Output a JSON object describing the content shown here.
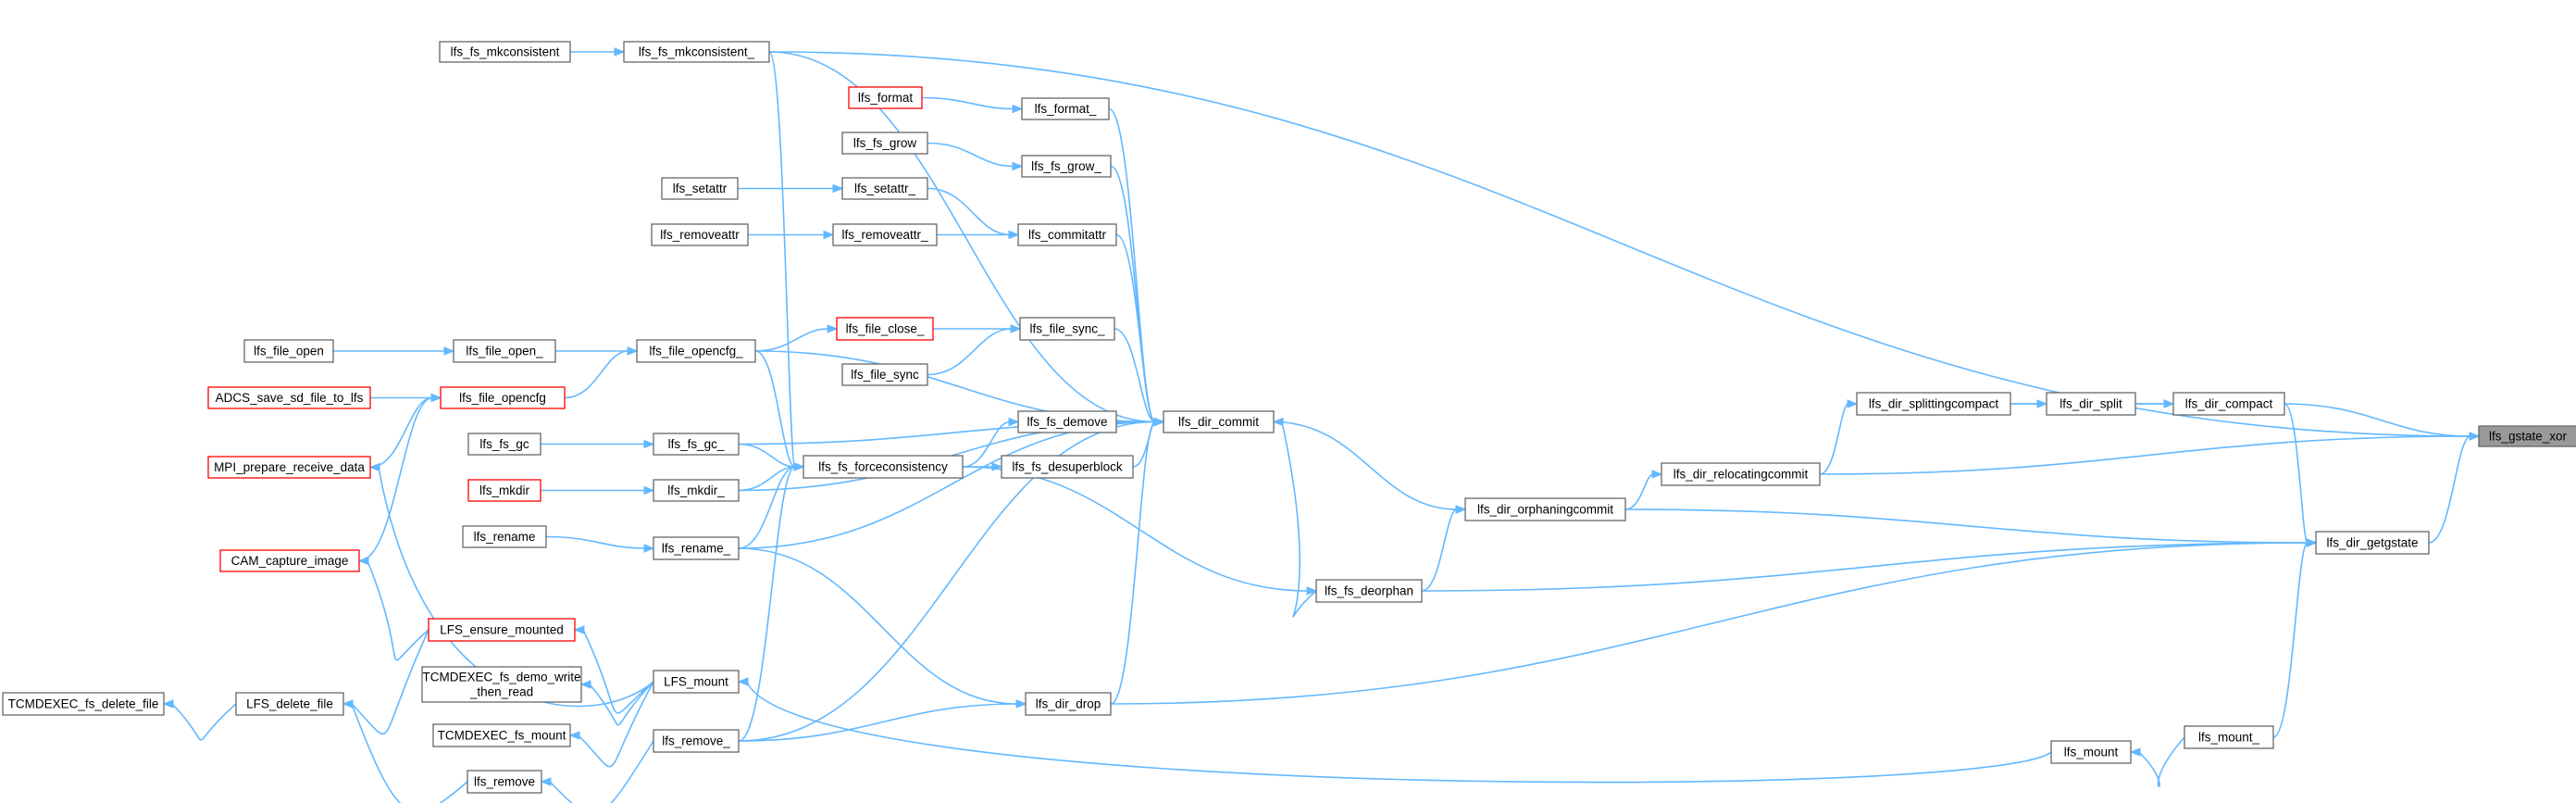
{
  "graph": {
    "nodes": [
      {
        "id": "lfs_gstate_xor",
        "label": "lfs_gstate_xor",
        "style": "focus"
      },
      {
        "id": "lfs_fs_mkconsistent",
        "label": "lfs_fs_mkconsistent",
        "style": "normal"
      },
      {
        "id": "lfs_fs_mkconsistent_",
        "label": "lfs_fs_mkconsistent_",
        "style": "normal"
      },
      {
        "id": "lfs_format",
        "label": "lfs_format",
        "style": "red"
      },
      {
        "id": "lfs_format_",
        "label": "lfs_format_",
        "style": "normal"
      },
      {
        "id": "lfs_fs_grow",
        "label": "lfs_fs_grow",
        "style": "normal"
      },
      {
        "id": "lfs_fs_grow_",
        "label": "lfs_fs_grow_",
        "style": "normal"
      },
      {
        "id": "lfs_setattr",
        "label": "lfs_setattr",
        "style": "normal"
      },
      {
        "id": "lfs_setattr_",
        "label": "lfs_setattr_",
        "style": "normal"
      },
      {
        "id": "lfs_removeattr",
        "label": "lfs_removeattr",
        "style": "normal"
      },
      {
        "id": "lfs_removeattr_",
        "label": "lfs_removeattr_",
        "style": "normal"
      },
      {
        "id": "lfs_commitattr",
        "label": "lfs_commitattr",
        "style": "normal"
      },
      {
        "id": "lfs_file_open",
        "label": "lfs_file_open",
        "style": "normal"
      },
      {
        "id": "lfs_file_open_",
        "label": "lfs_file_open_",
        "style": "normal"
      },
      {
        "id": "lfs_file_opencfg_",
        "label": "lfs_file_opencfg_",
        "style": "normal"
      },
      {
        "id": "lfs_file_close_",
        "label": "lfs_file_close_",
        "style": "red"
      },
      {
        "id": "lfs_file_sync_",
        "label": "lfs_file_sync_",
        "style": "normal"
      },
      {
        "id": "lfs_file_sync",
        "label": "lfs_file_sync",
        "style": "normal"
      },
      {
        "id": "ADCS_save_sd_file_to_lfs",
        "label": "ADCS_save_sd_file_to_lfs",
        "style": "red"
      },
      {
        "id": "lfs_file_opencfg",
        "label": "lfs_file_opencfg",
        "style": "red"
      },
      {
        "id": "lfs_fs_gc",
        "label": "lfs_fs_gc",
        "style": "normal"
      },
      {
        "id": "lfs_fs_gc_",
        "label": "lfs_fs_gc_",
        "style": "normal"
      },
      {
        "id": "lfs_fs_demove",
        "label": "lfs_fs_demove",
        "style": "normal"
      },
      {
        "id": "lfs_dir_commit",
        "label": "lfs_dir_commit",
        "style": "normal"
      },
      {
        "id": "MPI_prepare_receive_data",
        "label": "MPI_prepare_receive_data",
        "style": "red"
      },
      {
        "id": "lfs_fs_forceconsistency",
        "label": "lfs_fs_forceconsistency",
        "style": "normal"
      },
      {
        "id": "lfs_fs_desuperblock",
        "label": "lfs_fs_desuperblock",
        "style": "normal"
      },
      {
        "id": "lfs_mkdir",
        "label": "lfs_mkdir",
        "style": "red"
      },
      {
        "id": "lfs_mkdir_",
        "label": "lfs_mkdir_",
        "style": "normal"
      },
      {
        "id": "lfs_rename",
        "label": "lfs_rename",
        "style": "normal"
      },
      {
        "id": "lfs_rename_",
        "label": "lfs_rename_",
        "style": "normal"
      },
      {
        "id": "lfs_dir_orphaningcommit",
        "label": "lfs_dir_orphaningcommit",
        "style": "normal"
      },
      {
        "id": "lfs_dir_relocatingcommit",
        "label": "lfs_dir_relocatingcommit",
        "style": "normal"
      },
      {
        "id": "lfs_dir_splittingcompact",
        "label": "lfs_dir_splittingcompact",
        "style": "normal"
      },
      {
        "id": "lfs_dir_split",
        "label": "lfs_dir_split",
        "style": "normal"
      },
      {
        "id": "lfs_dir_compact",
        "label": "lfs_dir_compact",
        "style": "normal"
      },
      {
        "id": "CAM_capture_image",
        "label": "CAM_capture_image",
        "style": "red"
      },
      {
        "id": "lfs_fs_deorphan",
        "label": "lfs_fs_deorphan",
        "style": "normal"
      },
      {
        "id": "lfs_dir_getgstate",
        "label": "lfs_dir_getgstate",
        "style": "normal"
      },
      {
        "id": "LFS_ensure_mounted",
        "label": "LFS_ensure_mounted",
        "style": "red"
      },
      {
        "id": "LFS_mount",
        "label": "LFS_mount",
        "style": "normal"
      },
      {
        "id": "TCMDEXEC_fs_demo_write_then_read",
        "label": "TCMDEXEC_fs_demo_write\n_then_read",
        "style": "normal"
      },
      {
        "id": "TCMDEXEC_fs_delete_file",
        "label": "TCMDEXEC_fs_delete_file",
        "style": "normal"
      },
      {
        "id": "LFS_delete_file",
        "label": "LFS_delete_file",
        "style": "normal"
      },
      {
        "id": "lfs_dir_drop",
        "label": "lfs_dir_drop",
        "style": "normal"
      },
      {
        "id": "TCMDEXEC_fs_mount",
        "label": "TCMDEXEC_fs_mount",
        "style": "normal"
      },
      {
        "id": "lfs_remove_",
        "label": "lfs_remove_",
        "style": "normal"
      },
      {
        "id": "lfs_remove",
        "label": "lfs_remove",
        "style": "normal"
      },
      {
        "id": "lfs_mount",
        "label": "lfs_mount",
        "style": "normal"
      },
      {
        "id": "lfs_mount_",
        "label": "lfs_mount_",
        "style": "normal"
      }
    ],
    "edges": [
      {
        "from": "lfs_fs_mkconsistent_",
        "to": "lfs_gstate_xor"
      },
      {
        "from": "lfs_dir_compact",
        "to": "lfs_gstate_xor"
      },
      {
        "from": "lfs_dir_relocatingcommit",
        "to": "lfs_gstate_xor"
      },
      {
        "from": "lfs_dir_getgstate",
        "to": "lfs_gstate_xor"
      },
      {
        "from": "lfs_fs_mkconsistent",
        "to": "lfs_fs_mkconsistent_"
      },
      {
        "from": "lfs_fs_mkconsistent_",
        "to": "lfs_dir_commit"
      },
      {
        "from": "lfs_fs_mkconsistent_",
        "to": "lfs_fs_forceconsistency"
      },
      {
        "from": "lfs_format",
        "to": "lfs_format_"
      },
      {
        "from": "lfs_format_",
        "to": "lfs_dir_commit"
      },
      {
        "from": "lfs_fs_grow",
        "to": "lfs_fs_grow_"
      },
      {
        "from": "lfs_fs_grow_",
        "to": "lfs_dir_commit"
      },
      {
        "from": "lfs_setattr",
        "to": "lfs_setattr_"
      },
      {
        "from": "lfs_setattr_",
        "to": "lfs_commitattr"
      },
      {
        "from": "lfs_removeattr",
        "to": "lfs_removeattr_"
      },
      {
        "from": "lfs_removeattr_",
        "to": "lfs_commitattr"
      },
      {
        "from": "lfs_commitattr",
        "to": "lfs_dir_commit"
      },
      {
        "from": "lfs_file_open",
        "to": "lfs_file_open_"
      },
      {
        "from": "lfs_file_open_",
        "to": "lfs_file_opencfg_"
      },
      {
        "from": "lfs_file_opencfg",
        "to": "lfs_file_opencfg_"
      },
      {
        "from": "lfs_file_opencfg_",
        "to": "lfs_file_close_"
      },
      {
        "from": "lfs_file_opencfg_",
        "to": "lfs_dir_commit"
      },
      {
        "from": "lfs_file_opencfg_",
        "to": "lfs_fs_forceconsistency"
      },
      {
        "from": "lfs_file_close_",
        "to": "lfs_file_sync_"
      },
      {
        "from": "lfs_file_sync",
        "to": "lfs_file_sync_"
      },
      {
        "from": "lfs_file_sync_",
        "to": "lfs_dir_commit"
      },
      {
        "from": "ADCS_save_sd_file_to_lfs",
        "to": "lfs_file_opencfg"
      },
      {
        "from": "MPI_prepare_receive_data",
        "to": "lfs_file_opencfg"
      },
      {
        "from": "CAM_capture_image",
        "to": "lfs_file_opencfg"
      },
      {
        "from": "lfs_fs_gc",
        "to": "lfs_fs_gc_"
      },
      {
        "from": "lfs_fs_gc_",
        "to": "lfs_fs_forceconsistency"
      },
      {
        "from": "lfs_fs_gc_",
        "to": "lfs_dir_commit"
      },
      {
        "from": "lfs_mkdir",
        "to": "lfs_mkdir_"
      },
      {
        "from": "lfs_mkdir_",
        "to": "lfs_fs_forceconsistency"
      },
      {
        "from": "lfs_mkdir_",
        "to": "lfs_dir_commit"
      },
      {
        "from": "lfs_rename",
        "to": "lfs_rename_"
      },
      {
        "from": "lfs_rename_",
        "to": "lfs_fs_forceconsistency"
      },
      {
        "from": "lfs_rename_",
        "to": "lfs_dir_commit"
      },
      {
        "from": "lfs_rename_",
        "to": "lfs_dir_drop"
      },
      {
        "from": "lfs_fs_forceconsistency",
        "to": "lfs_fs_demove"
      },
      {
        "from": "lfs_fs_forceconsistency",
        "to": "lfs_fs_desuperblock"
      },
      {
        "from": "lfs_fs_forceconsistency",
        "to": "lfs_fs_deorphan"
      },
      {
        "from": "lfs_fs_demove",
        "to": "lfs_dir_commit"
      },
      {
        "from": "lfs_fs_desuperblock",
        "to": "lfs_dir_commit"
      },
      {
        "from": "lfs_dir_commit",
        "to": "lfs_dir_orphaningcommit"
      },
      {
        "from": "lfs_fs_deorphan",
        "to": "lfs_dir_commit"
      },
      {
        "from": "lfs_fs_deorphan",
        "to": "lfs_dir_orphaningcommit"
      },
      {
        "from": "lfs_fs_deorphan",
        "to": "lfs_dir_getgstate"
      },
      {
        "from": "lfs_dir_orphaningcommit",
        "to": "lfs_dir_relocatingcommit"
      },
      {
        "from": "lfs_dir_orphaningcommit",
        "to": "lfs_dir_getgstate"
      },
      {
        "from": "lfs_dir_relocatingcommit",
        "to": "lfs_dir_splittingcompact"
      },
      {
        "from": "lfs_dir_splittingcompact",
        "to": "lfs_dir_split"
      },
      {
        "from": "lfs_dir_splittingcompact",
        "to": "lfs_dir_compact"
      },
      {
        "from": "lfs_dir_split",
        "to": "lfs_dir_compact"
      },
      {
        "from": "lfs_dir_compact",
        "to": "lfs_dir_getgstate"
      },
      {
        "from": "LFS_ensure_mounted",
        "to": "CAM_capture_image"
      },
      {
        "from": "LFS_ensure_mounted",
        "to": "LFS_delete_file"
      },
      {
        "from": "LFS_mount",
        "to": "LFS_ensure_mounted"
      },
      {
        "from": "LFS_mount",
        "to": "MPI_prepare_receive_data"
      },
      {
        "from": "LFS_mount",
        "to": "TCMDEXEC_fs_demo_write_then_read"
      },
      {
        "from": "LFS_mount",
        "to": "TCMDEXEC_fs_mount"
      },
      {
        "from": "LFS_delete_file",
        "to": "TCMDEXEC_fs_delete_file"
      },
      {
        "from": "lfs_remove",
        "to": "LFS_delete_file"
      },
      {
        "from": "lfs_remove_",
        "to": "lfs_remove"
      },
      {
        "from": "lfs_remove_",
        "to": "lfs_fs_forceconsistency"
      },
      {
        "from": "lfs_remove_",
        "to": "lfs_dir_commit"
      },
      {
        "from": "lfs_remove_",
        "to": "lfs_dir_drop"
      },
      {
        "from": "lfs_dir_drop",
        "to": "lfs_dir_commit"
      },
      {
        "from": "lfs_dir_drop",
        "to": "lfs_dir_getgstate"
      },
      {
        "from": "lfs_mount",
        "to": "LFS_mount"
      },
      {
        "from": "lfs_mount_",
        "to": "lfs_mount"
      },
      {
        "from": "lfs_mount_",
        "to": "lfs_dir_getgstate"
      }
    ]
  },
  "colors": {
    "edge": "#63b8ff",
    "box_border": "#666666",
    "box_border_red": "#ff0000",
    "focus_fill": "#999999",
    "text": "#000000"
  }
}
